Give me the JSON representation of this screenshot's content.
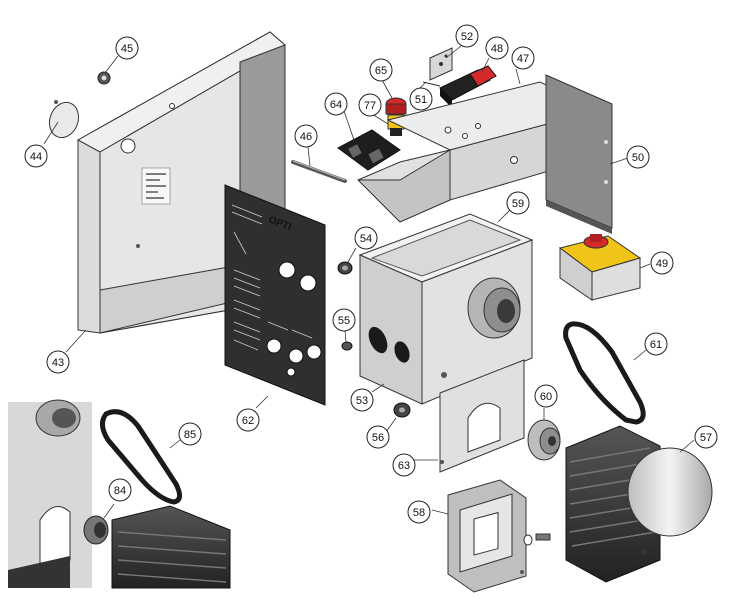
{
  "callouts": [
    {
      "id": "c45",
      "label": "45"
    },
    {
      "id": "c44",
      "label": "44"
    },
    {
      "id": "c43",
      "label": "43"
    },
    {
      "id": "c46",
      "label": "46"
    },
    {
      "id": "c64",
      "label": "64"
    },
    {
      "id": "c77",
      "label": "77"
    },
    {
      "id": "c65",
      "label": "65"
    },
    {
      "id": "c51",
      "label": "51"
    },
    {
      "id": "c52",
      "label": "52"
    },
    {
      "id": "c48",
      "label": "48"
    },
    {
      "id": "c47",
      "label": "47"
    },
    {
      "id": "c50",
      "label": "50"
    },
    {
      "id": "c59",
      "label": "59"
    },
    {
      "id": "c54",
      "label": "54"
    },
    {
      "id": "c49",
      "label": "49"
    },
    {
      "id": "c55",
      "label": "55"
    },
    {
      "id": "c61",
      "label": "61"
    },
    {
      "id": "c62",
      "label": "62"
    },
    {
      "id": "c53",
      "label": "53"
    },
    {
      "id": "c60",
      "label": "60"
    },
    {
      "id": "c56",
      "label": "56"
    },
    {
      "id": "c57",
      "label": "57"
    },
    {
      "id": "c63",
      "label": "63"
    },
    {
      "id": "c58",
      "label": "58"
    },
    {
      "id": "c85",
      "label": "85"
    },
    {
      "id": "c84",
      "label": "84"
    }
  ],
  "panel_brand": "OPTI",
  "colors": {
    "metal_light": "#e8e8e8",
    "metal_mid": "#c9c9c9",
    "metal_dark": "#9a9a9a",
    "outline": "#333333",
    "red": "#d42a2a",
    "yellow": "#f0c419",
    "black": "#1a1a1a"
  }
}
